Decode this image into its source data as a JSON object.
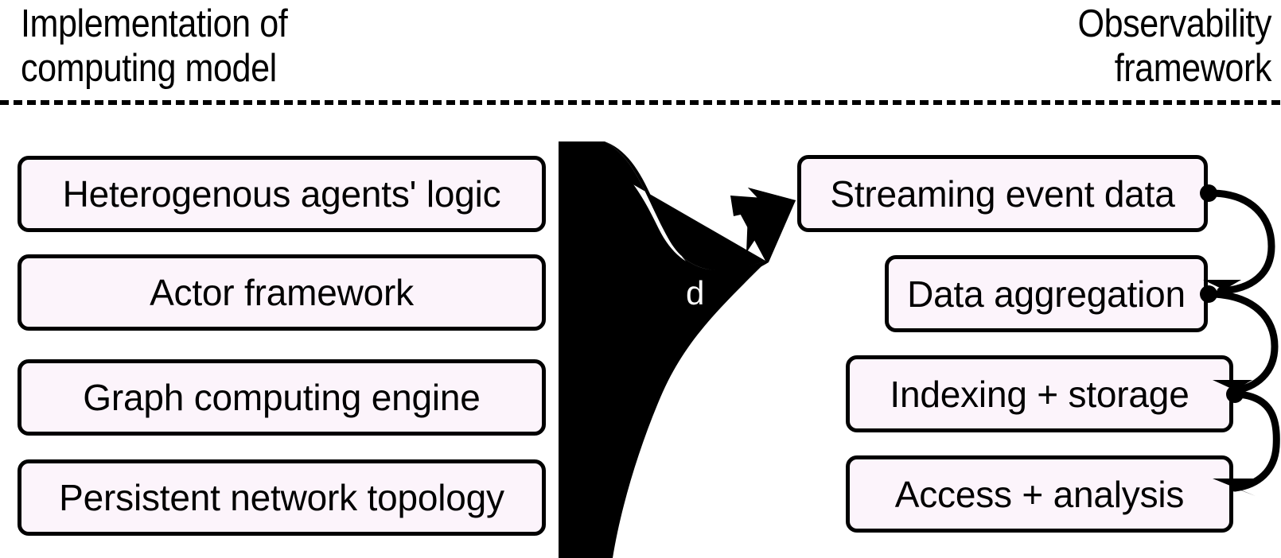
{
  "diagram": {
    "title_left": "Implementation of\ncomputing model",
    "title_right": "Observability\nframework",
    "divider": "dashed-horizontal-rule",
    "colors": {
      "box_fill": "#fcf4fb",
      "box_stroke": "#000000",
      "funnel_fill": "#000000",
      "background": "#ffffff",
      "text": "#000000"
    }
  },
  "left_column": {
    "boxes": [
      {
        "label": "Heterogenous agents' logic"
      },
      {
        "label": "Actor framework"
      },
      {
        "label": "Graph computing engine"
      },
      {
        "label": "Persistent network topology"
      }
    ]
  },
  "right_column": {
    "boxes": [
      {
        "label": "Streaming event data"
      },
      {
        "label": "Data aggregation"
      },
      {
        "label": "Indexing + storage"
      },
      {
        "label": "Access + analysis"
      }
    ]
  },
  "center": {
    "funnel_arrow": "funnel-arrow-shape",
    "clipped_glyph": "d"
  },
  "connectors": [
    {
      "from": "Streaming event data",
      "to": "Data aggregation"
    },
    {
      "from": "Data aggregation",
      "to": "Indexing + storage"
    },
    {
      "from": "Indexing + storage",
      "to": "Access + analysis"
    }
  ]
}
